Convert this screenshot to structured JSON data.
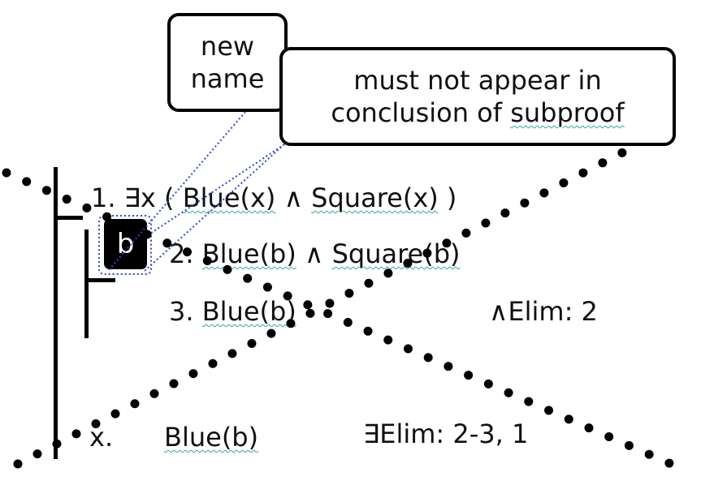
{
  "callouts": {
    "new_name_line1": "new",
    "new_name_line2": "name",
    "must_not_line1": "must not appear in",
    "must_not_line2_prefix": "conclusion of ",
    "must_not_line2_word": "subproof"
  },
  "proof": {
    "line1_prefix": "1. ∃x ( ",
    "line1_blue": "Blue(x)",
    "line1_and": " ∧ ",
    "line1_square": "Square(x)",
    "line1_suffix": " )",
    "box_name": "b",
    "line2_number": "2. ",
    "line2_blue": "Blue(b)",
    "line2_and": " ∧ ",
    "line2_square": "Square(b)",
    "line3_number": "3. ",
    "line3_blue": "Blue(b)",
    "line3_rule": "∧Elim: 2",
    "linex_label": "x.",
    "linex_blue": "Blue(b)",
    "linex_rule": "∃Elim: 2-3, 1"
  },
  "colors": {
    "text": "#111111",
    "connector": "#3344cc",
    "underline": "#2ca8a0",
    "cross": "#000000"
  }
}
